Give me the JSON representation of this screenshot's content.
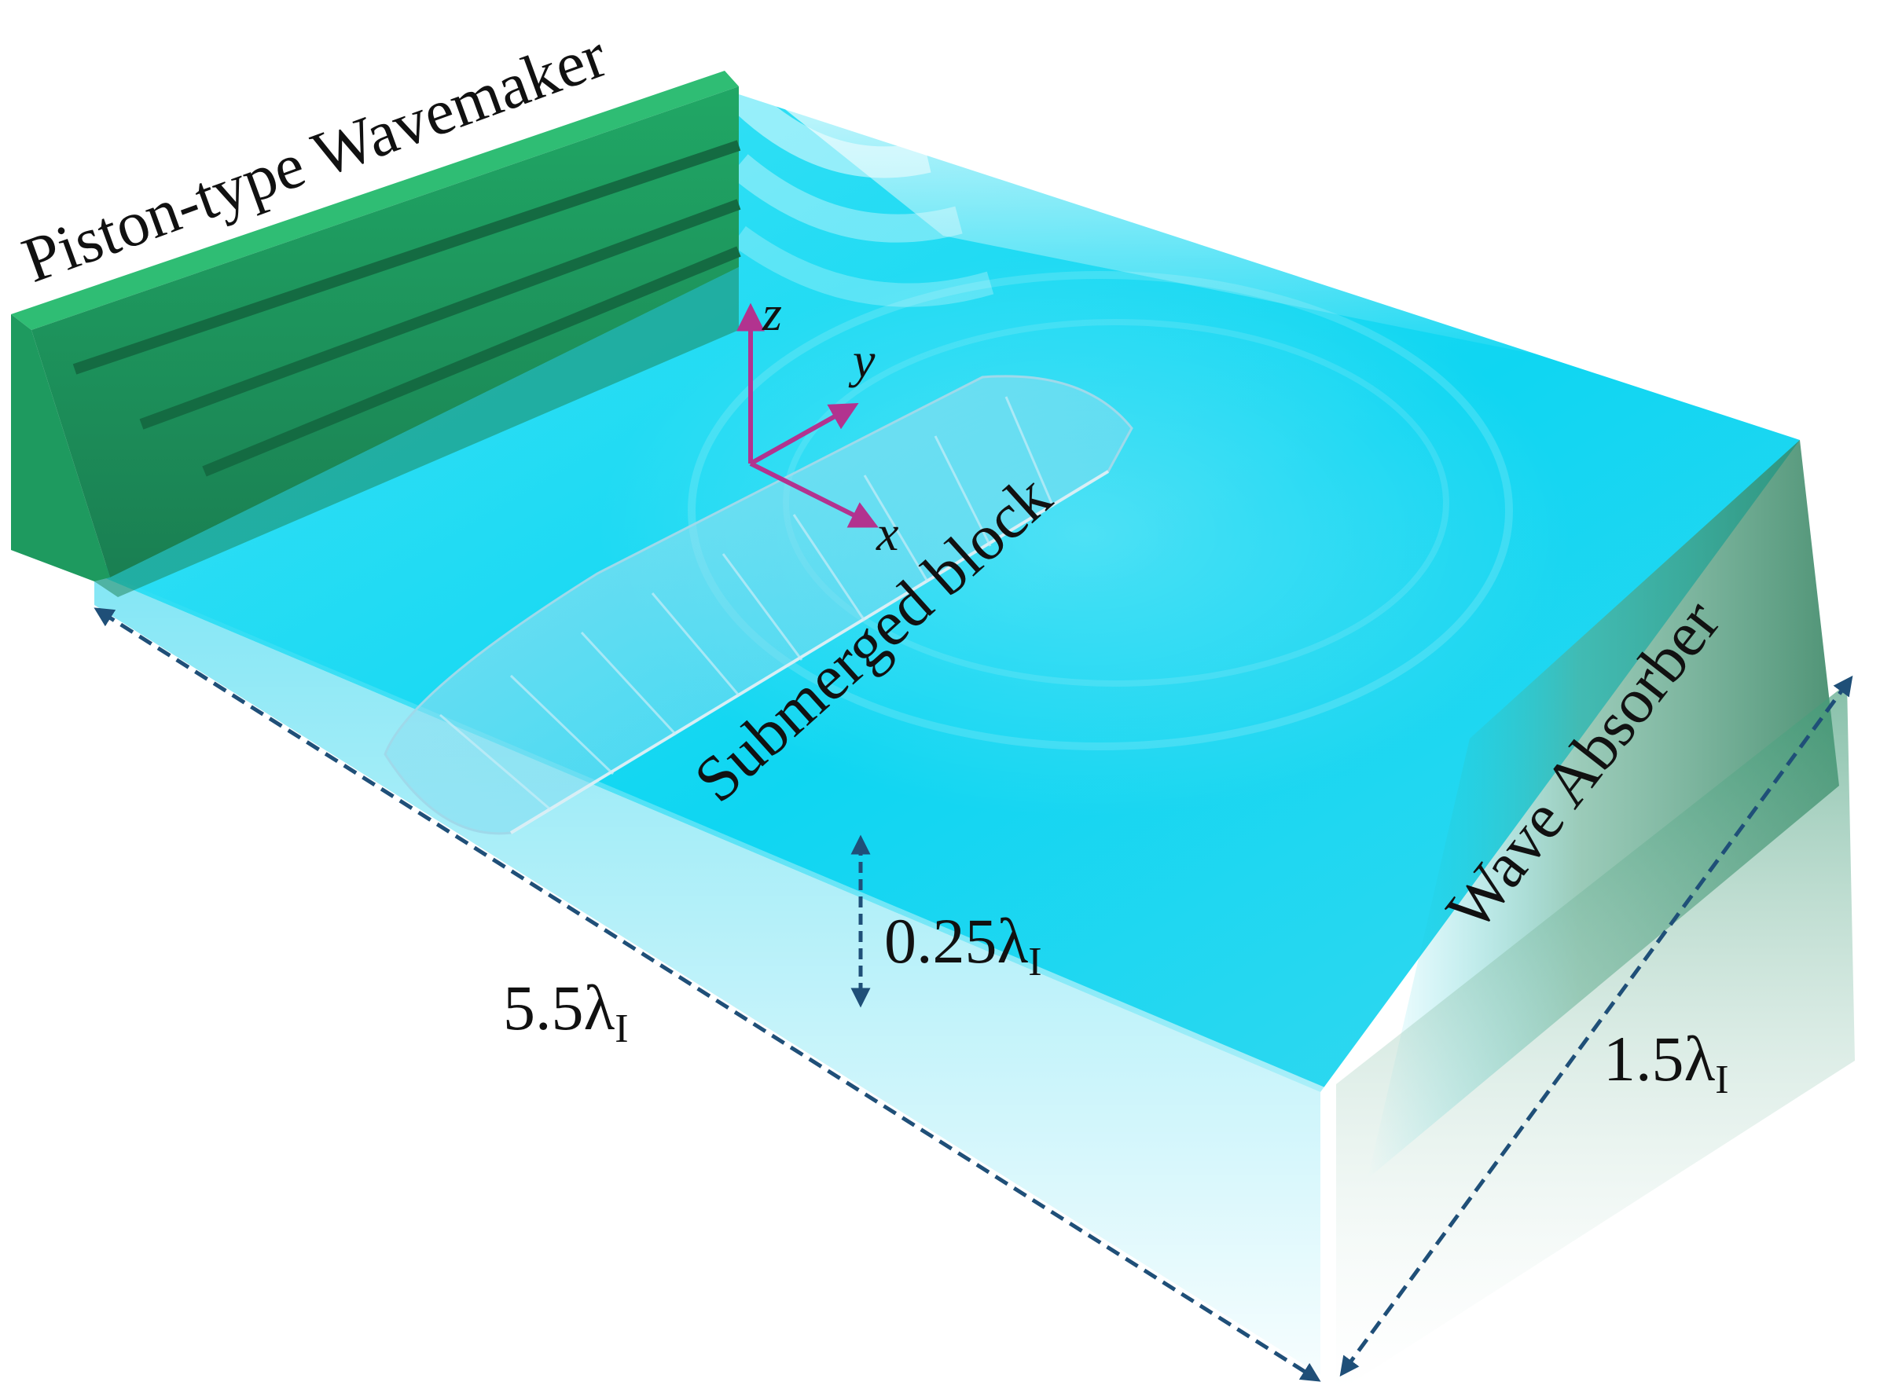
{
  "labels": {
    "wavemaker": "Piston-type Wavemaker",
    "block": "Submerged block",
    "absorber": "Wave Absorber"
  },
  "dimensions": {
    "length": {
      "value": "5.5λ",
      "sub": "I"
    },
    "width": {
      "value": "1.5λ",
      "sub": "I"
    },
    "depth": {
      "value": "0.25λ",
      "sub": "I"
    }
  },
  "axes": {
    "x": "x",
    "y": "y",
    "z": "z"
  },
  "colors": {
    "water": "#12d4f0",
    "wavemaker": "#1f9e5c",
    "axis_arrows": "#b2338f",
    "dimension_arrows": "#1f4f78",
    "absorber": "#3c8f6a"
  }
}
